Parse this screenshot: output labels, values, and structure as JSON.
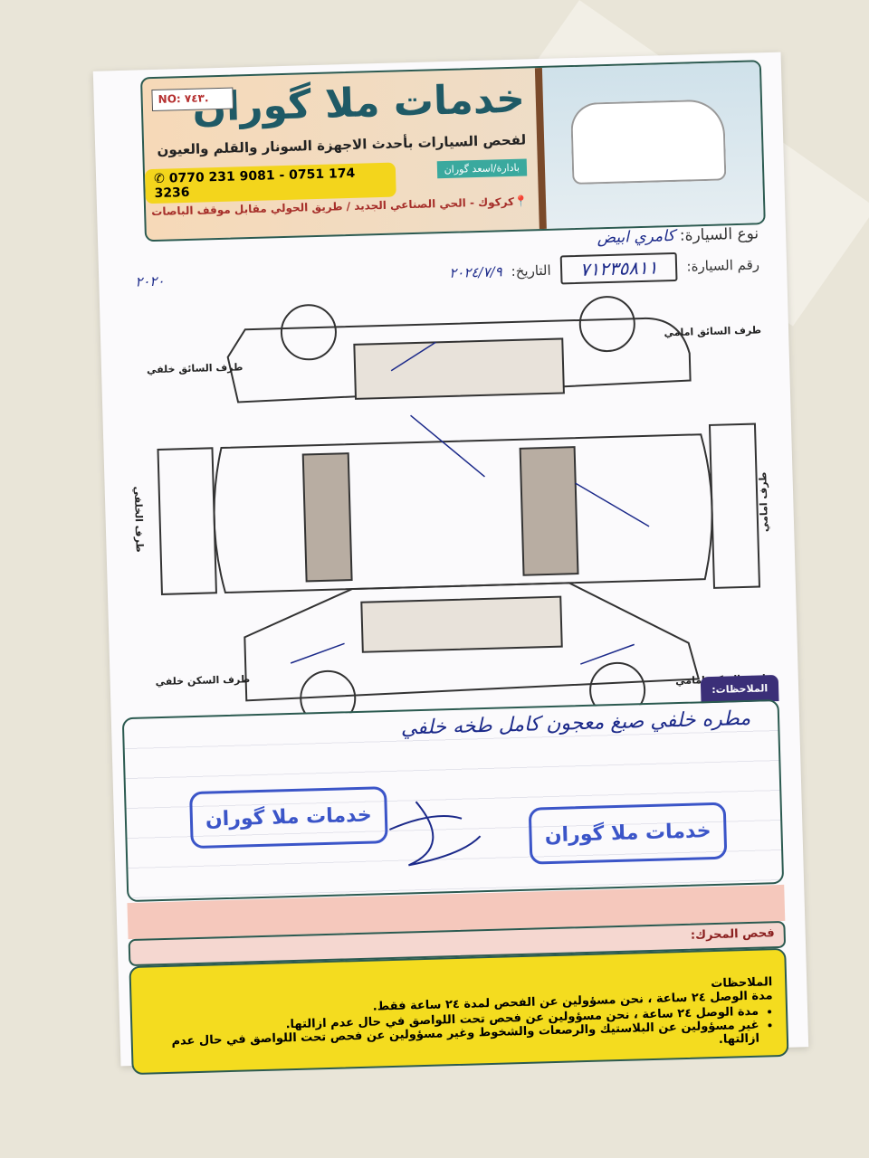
{
  "header": {
    "title": "خدمات ملا گوران",
    "no_label": "NO: ٧٤٣.",
    "subtitle": "لفحص السيارات بأحدث الاجهزة السونار والقلم والعيون",
    "management": "بادارة/اسعد گوران",
    "phones": "0770 231 9081 - 0751 174 3236",
    "address": "كركوك - الحي الصناعي الجديد / طريق الحولي مقابل موقف الباصات"
  },
  "form": {
    "car_type_label": "نوع السيارة:",
    "car_type_value": "كامري ابيض",
    "car_number_label": "رقم السيارة:",
    "car_number_value": "٧١٢٣٥٨١١",
    "date_label": "التاريخ:",
    "date_value": "٢٠٢٤/٧/٩",
    "side_note": "٢٠٢٠"
  },
  "diagram_labels": {
    "driver_front": "طرف السائق امامي",
    "driver_rear": "طرف السائق خلفي",
    "rear": "طرف الخلفي",
    "front": "طرف امامي",
    "passenger_rear": "طرف السكن خلفي",
    "passenger_front": "طرف السكن امامي"
  },
  "notes": {
    "label": "الملاحظات:",
    "text": "مطره خلفي صبغ معجون كامل طخه خلفي",
    "stamp": "خدمات ملا گوران"
  },
  "engine_label": "فحص المحرك:",
  "disclaimer": {
    "title": "الملاحظات",
    "line0": "مدة الوصل ٢٤ ساعة ، نحن مسؤولين عن الفحص لمدة ٢٤ ساعة فقط.",
    "items": [
      "مدة الوصل ٢٤ ساعة ، نحن مسؤولين عن فحص تحت اللواصق في حال عدم ازالتها.",
      "غير مسؤولين عن البلاستيك والرصعات والشخوط وغير مسؤولين عن فحص تحت اللواصق في حال عدم ازالتها."
    ]
  },
  "colors": {
    "title": "#1f5a66",
    "phone_bg": "#f3d51c",
    "stamp": "#3b55c8",
    "notes_tab": "#3b2f78",
    "disclaimer_bg": "#f4dc1f"
  }
}
